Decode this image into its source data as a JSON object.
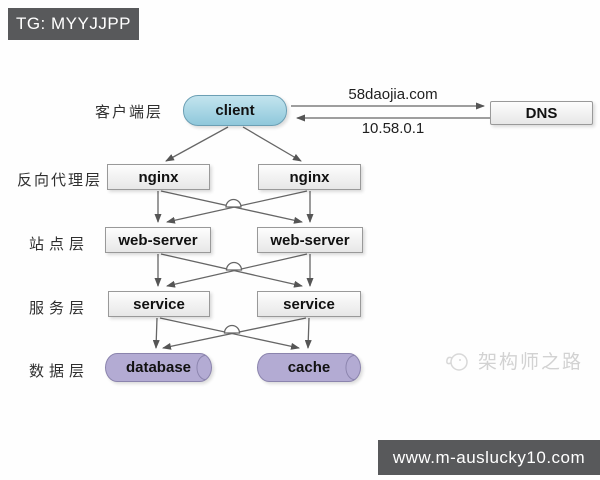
{
  "badges": {
    "tg": "TG: MYYJJPP",
    "url": "www.m-auslucky10.com"
  },
  "layers": {
    "client": "客户端层",
    "reverse_proxy": "反向代理层",
    "site": "站点层",
    "service": "服务层",
    "data": "数据层"
  },
  "nodes": {
    "client": "client",
    "dns": "DNS",
    "nginx_left": "nginx",
    "nginx_right": "nginx",
    "web_left": "web-server",
    "web_right": "web-server",
    "service_left": "service",
    "service_right": "service",
    "database": "database",
    "cache": "cache"
  },
  "dns_flow": {
    "domain": "58daojia.com",
    "ip": "10.58.0.1"
  },
  "watermark": {
    "text": "架构师之路"
  },
  "colors": {
    "client_fill": "#9fd2e2",
    "client_border": "#6b9fb4",
    "data_fill": "#b3abd3",
    "data_border": "#8b84ad",
    "box_border": "#999999",
    "badge_bg": "#58595b",
    "arrow": "#666666",
    "watermark_gray": "#d2d2d2"
  }
}
